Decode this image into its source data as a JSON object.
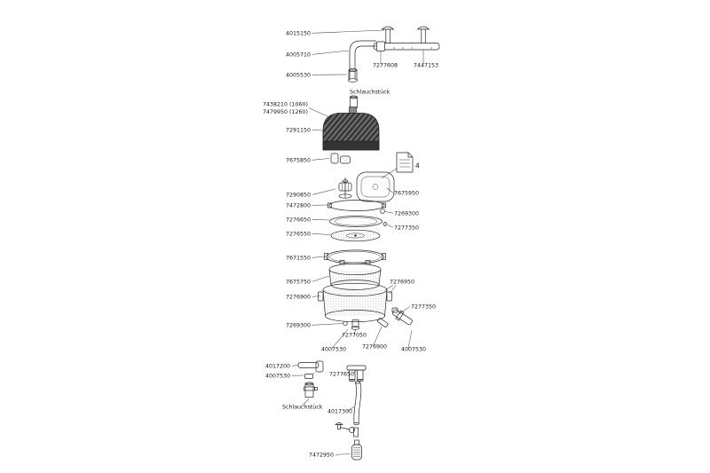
{
  "diagram": {
    "type": "exploded-parts-diagram",
    "subject": "aquarium canister filter spare parts",
    "language": "de",
    "colors": {
      "background": "#ffffff",
      "ink": "#1c1c1c",
      "pump_head_dark": "#2f2f2f",
      "pump_head_light": "#6a6a6a"
    }
  },
  "labels": [
    {
      "part": "suction-cups-spraybar",
      "text": "4015150"
    },
    {
      "part": "outlet-elbow-pipe",
      "text": "4005710"
    },
    {
      "part": "spraybar-connector",
      "text": "7277608"
    },
    {
      "part": "spraybar-cup-set",
      "text": "7447153"
    },
    {
      "part": "hose-piece-top",
      "text": "4005530"
    },
    {
      "part": "hose-connector-top",
      "text": "Schlauchstück"
    },
    {
      "part": "pump-head-1060",
      "text": "7438210 (1060)"
    },
    {
      "part": "pump-head-1260",
      "text": "7479950 (1260)"
    },
    {
      "part": "pump-head",
      "text": "7291150"
    },
    {
      "part": "impeller-cover-pads",
      "text": "7675850"
    },
    {
      "part": "instruction-sheet-number",
      "text": "4"
    },
    {
      "part": "impeller-assembly",
      "text": "7290850"
    },
    {
      "part": "motor-lid",
      "text": "7675950"
    },
    {
      "part": "lid-gasket",
      "text": "7472800"
    },
    {
      "part": "o-ring-top",
      "text": "7269300"
    },
    {
      "part": "basket-frame-ring",
      "text": "7276650"
    },
    {
      "part": "screw-top",
      "text": "7277350"
    },
    {
      "part": "filter-mesh-disc",
      "text": "7276550"
    },
    {
      "part": "clamp-ring",
      "text": "7671550"
    },
    {
      "part": "filter-basket",
      "text": "7675750"
    },
    {
      "part": "side-clips",
      "text": "7276950"
    },
    {
      "part": "canister-body",
      "text": "7276900"
    },
    {
      "part": "screw-bottom",
      "text": "7277350"
    },
    {
      "part": "o-ring-bottom",
      "text": "7269300"
    },
    {
      "part": "outlet-stub",
      "text": "7277050"
    },
    {
      "part": "canister-outlet-nipple",
      "text": "7276900"
    },
    {
      "part": "elbow-right-bottom",
      "text": "4007530"
    },
    {
      "part": "elbow-left-bottom",
      "text": "4007530"
    },
    {
      "part": "inlet-elbow",
      "text": "4017200"
    },
    {
      "part": "double-tap",
      "text": "7277650"
    },
    {
      "part": "hose-clamp",
      "text": "4007530"
    },
    {
      "part": "hose-connector-bottom",
      "text": "Schlauchstück"
    },
    {
      "part": "intake-pipe",
      "text": "4017300"
    },
    {
      "part": "intake-strainer",
      "text": "7472950"
    }
  ]
}
